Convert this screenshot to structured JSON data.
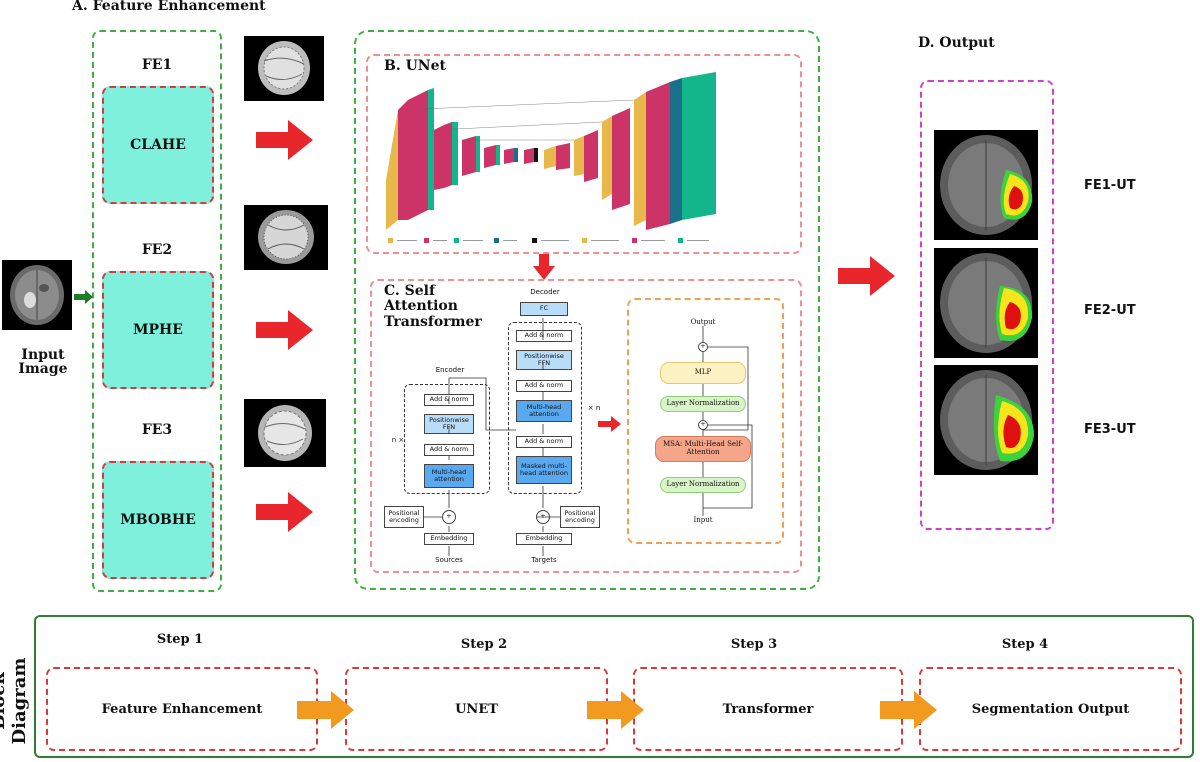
{
  "sections": {
    "feature_enhancement": "A. Feature Enhancement",
    "unet": "B. UNet",
    "transformer": "C. Self Attention Transformer",
    "output": "D. Output"
  },
  "input_image": {
    "label": "Input Image"
  },
  "fe_items": [
    {
      "tag": "FE1",
      "method": "CLAHE"
    },
    {
      "tag": "FE2",
      "method": "MPHE"
    },
    {
      "tag": "FE3",
      "method": "MBOBHE"
    }
  ],
  "transformer_diagram": {
    "encoder_label": "Encoder",
    "decoder_label": "Decoder",
    "fc": "FC",
    "add_norm": "Add & norm",
    "positionwise_ffn": "Positionwise FFN",
    "multi_head_attention": "Multi-head attention",
    "masked_multi_head_attention": "Masked multi-head attention",
    "positional_encoding": "Positional encoding",
    "embedding": "Embedding",
    "sources": "Sources",
    "targets": "Targets",
    "nx": "n ×",
    "xn": "× n",
    "plus": "+"
  },
  "vit_block": {
    "output": "Output",
    "mlp": "MLP",
    "layer_norm_top": "Layer Normalization",
    "msa": "MSA: Multi-Head Self-Attention",
    "layer_norm_bottom": "Layer Normalization",
    "input": "Input",
    "plus": "+"
  },
  "outputs": [
    {
      "label": "FE1-UT"
    },
    {
      "label": "FE2-UT"
    },
    {
      "label": "FE3-UT"
    }
  ],
  "block_diagram": {
    "title": "Block Diagram",
    "steps": [
      {
        "step": "Step 1",
        "label": "Feature Enhancement"
      },
      {
        "step": "Step 2",
        "label": "UNET"
      },
      {
        "step": "Step 3",
        "label": "Transformer"
      },
      {
        "step": "Step 4",
        "label": "Segmentation Output"
      }
    ]
  },
  "colors": {
    "green_border": "#3cb043",
    "red_border": "#d83a3a",
    "fe_fill": "#7ef0dc",
    "red_arrow": "#e8262b",
    "orange_arrow": "#f29a1f",
    "magenta_border": "#d040d0",
    "unet_yellow": "#e8b84a",
    "unet_crimson": "#cc3366",
    "unet_teal": "#13b58a"
  }
}
